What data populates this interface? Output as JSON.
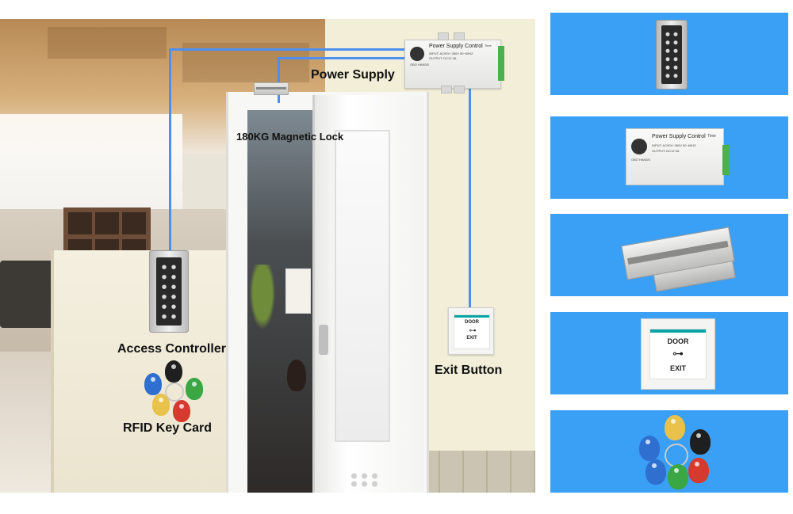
{
  "scene": {
    "labels": {
      "power_supply": "Power Supply",
      "magnetic_lock": "180KG Magnetic Lock",
      "access_controller": "Access Controller",
      "exit_button": "Exit Button",
      "rfid_key_card": "RFID Key Card"
    },
    "psu_text": {
      "title": "Power Supply Control",
      "line1": "INPUT: AC90V~260V 50~60HZ",
      "line2": "OUTPUT: DC12 3A",
      "brand": "OBO HANDS",
      "time": "Time"
    },
    "exit_button_text": {
      "door": "DOOR",
      "exit": "EXIT",
      "key_glyph": "⊶"
    }
  },
  "panels": {
    "psu_text": {
      "title": "Power Supply Control",
      "line1": "INPUT: AC90V~260V 50~60HZ",
      "line2": "OUTPUT: DC12 3A",
      "brand": "OBO HANDS",
      "time": "Time"
    },
    "exit_button_text": {
      "door": "DOOR",
      "exit": "EXIT",
      "key_glyph": "⊶"
    }
  },
  "colors": {
    "panel_blue": "#3aa0f5",
    "wire_blue": "#4d8ff0",
    "fob_colors": [
      "#e8c24a",
      "#1f1f1f",
      "#2f6fd0",
      "#d63a2e",
      "#3aa644",
      "#2f6fd0"
    ]
  }
}
